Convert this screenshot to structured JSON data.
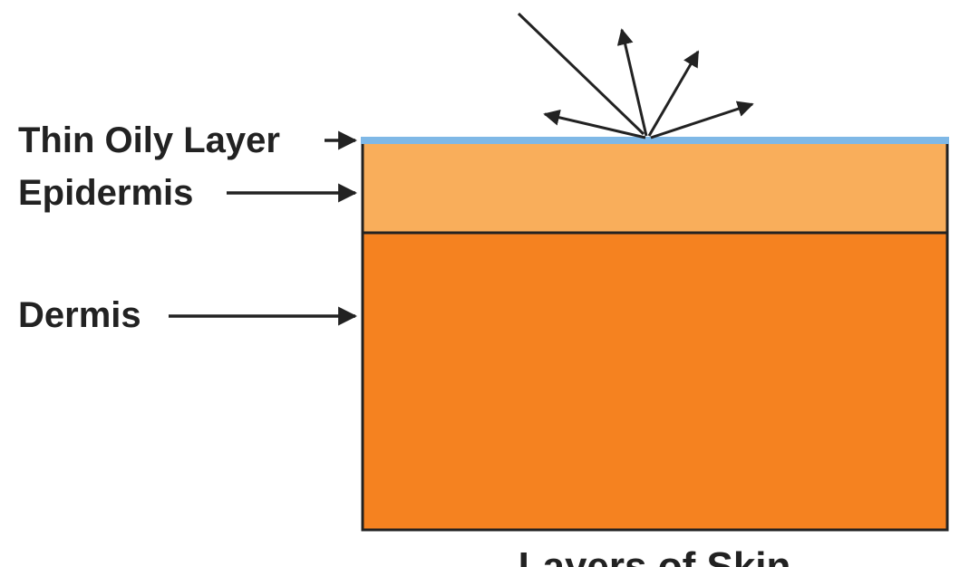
{
  "labels": {
    "oily_layer": "Thin Oily Layer",
    "epidermis": "Epidermis",
    "dermis": "Dermis"
  },
  "caption": "Layers of Skin",
  "colors": {
    "oily_layer": "#7fb8e6",
    "epidermis": "#f9ae5b",
    "dermis": "#f58220",
    "outline": "#222222"
  }
}
